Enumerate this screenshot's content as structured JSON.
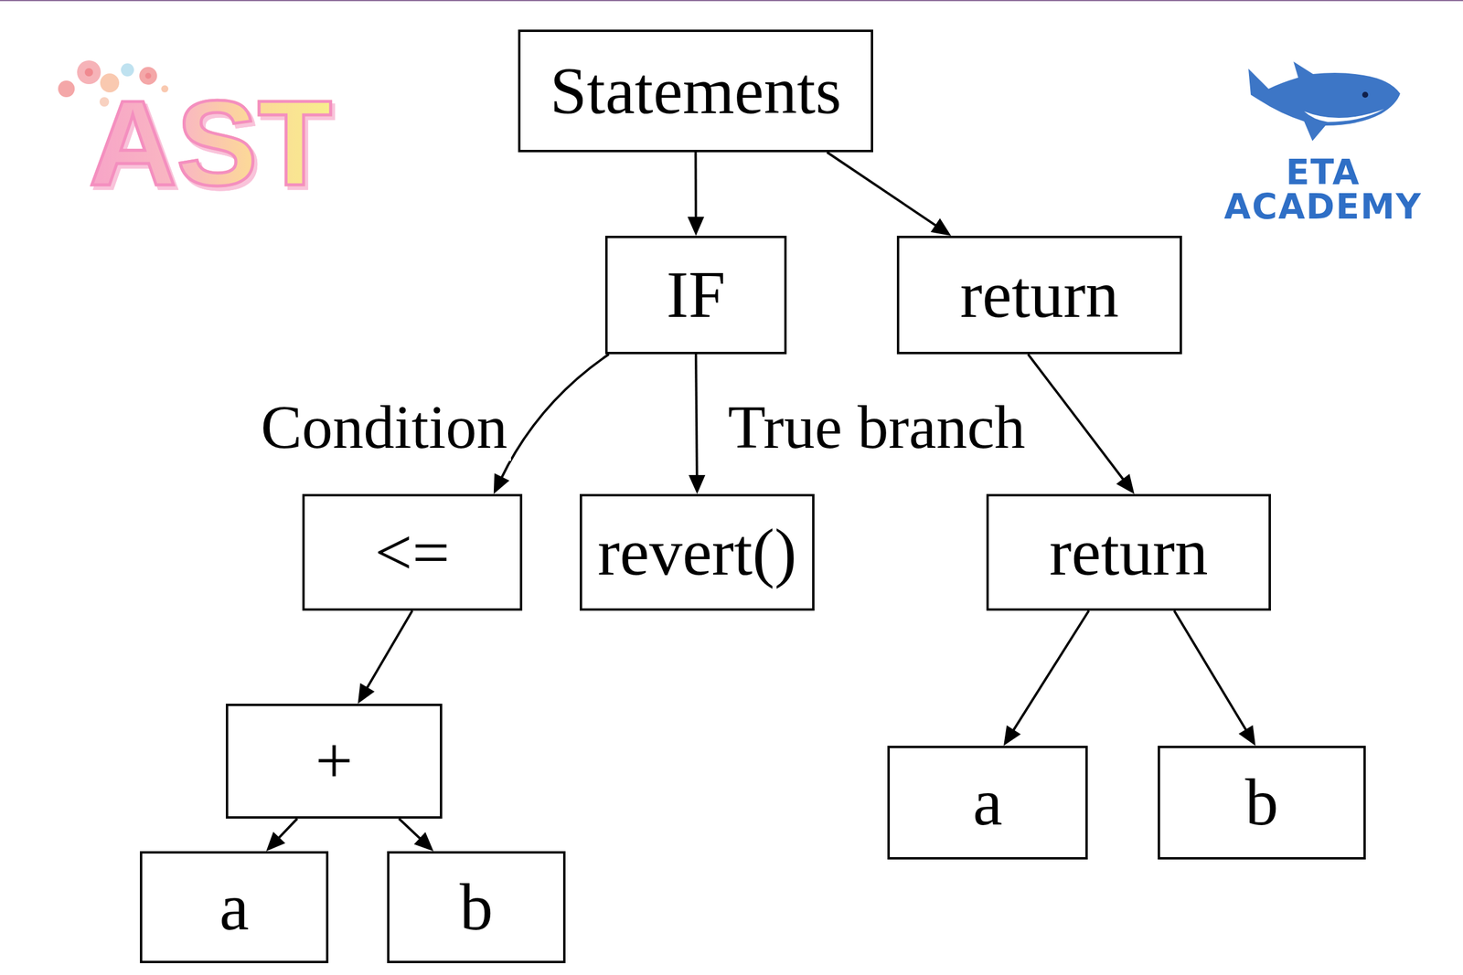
{
  "diagram": {
    "nodes": [
      {
        "text": [
          "Statements"
        ]
      },
      {
        "text": [
          "IF"
        ]
      },
      {
        "text": [
          "return"
        ]
      },
      {
        "text": [
          "<="
        ]
      },
      {
        "text": [
          "revert()"
        ]
      },
      {
        "text": [
          "return"
        ]
      },
      {
        "text": [
          "+"
        ]
      },
      {
        "text": [
          "a"
        ]
      },
      {
        "text": [
          "b"
        ]
      },
      {
        "text": [
          "a"
        ]
      },
      {
        "text": [
          "b"
        ]
      }
    ],
    "edges": [
      {
        "from": 0,
        "to": 1,
        "arrow": "to"
      },
      {
        "from": 0,
        "to": 2,
        "arrow": "to"
      },
      {
        "from": 1,
        "to": 3,
        "label": "Condition",
        "arrow": "to"
      },
      {
        "from": 1,
        "to": 4,
        "label": "True branch",
        "arrow": "to"
      },
      {
        "from": 2,
        "to": 5,
        "arrow": "to"
      },
      {
        "from": 3,
        "to": 6,
        "arrow": "to"
      },
      {
        "from": 6,
        "to": 7,
        "arrow": "to"
      },
      {
        "from": 6,
        "to": 8,
        "arrow": "to"
      },
      {
        "from": 5,
        "to": 9,
        "arrow": "to"
      },
      {
        "from": 5,
        "to": 10,
        "arrow": "to"
      }
    ],
    "labels": [
      "AST",
      "ETA ACADEMY"
    ]
  }
}
